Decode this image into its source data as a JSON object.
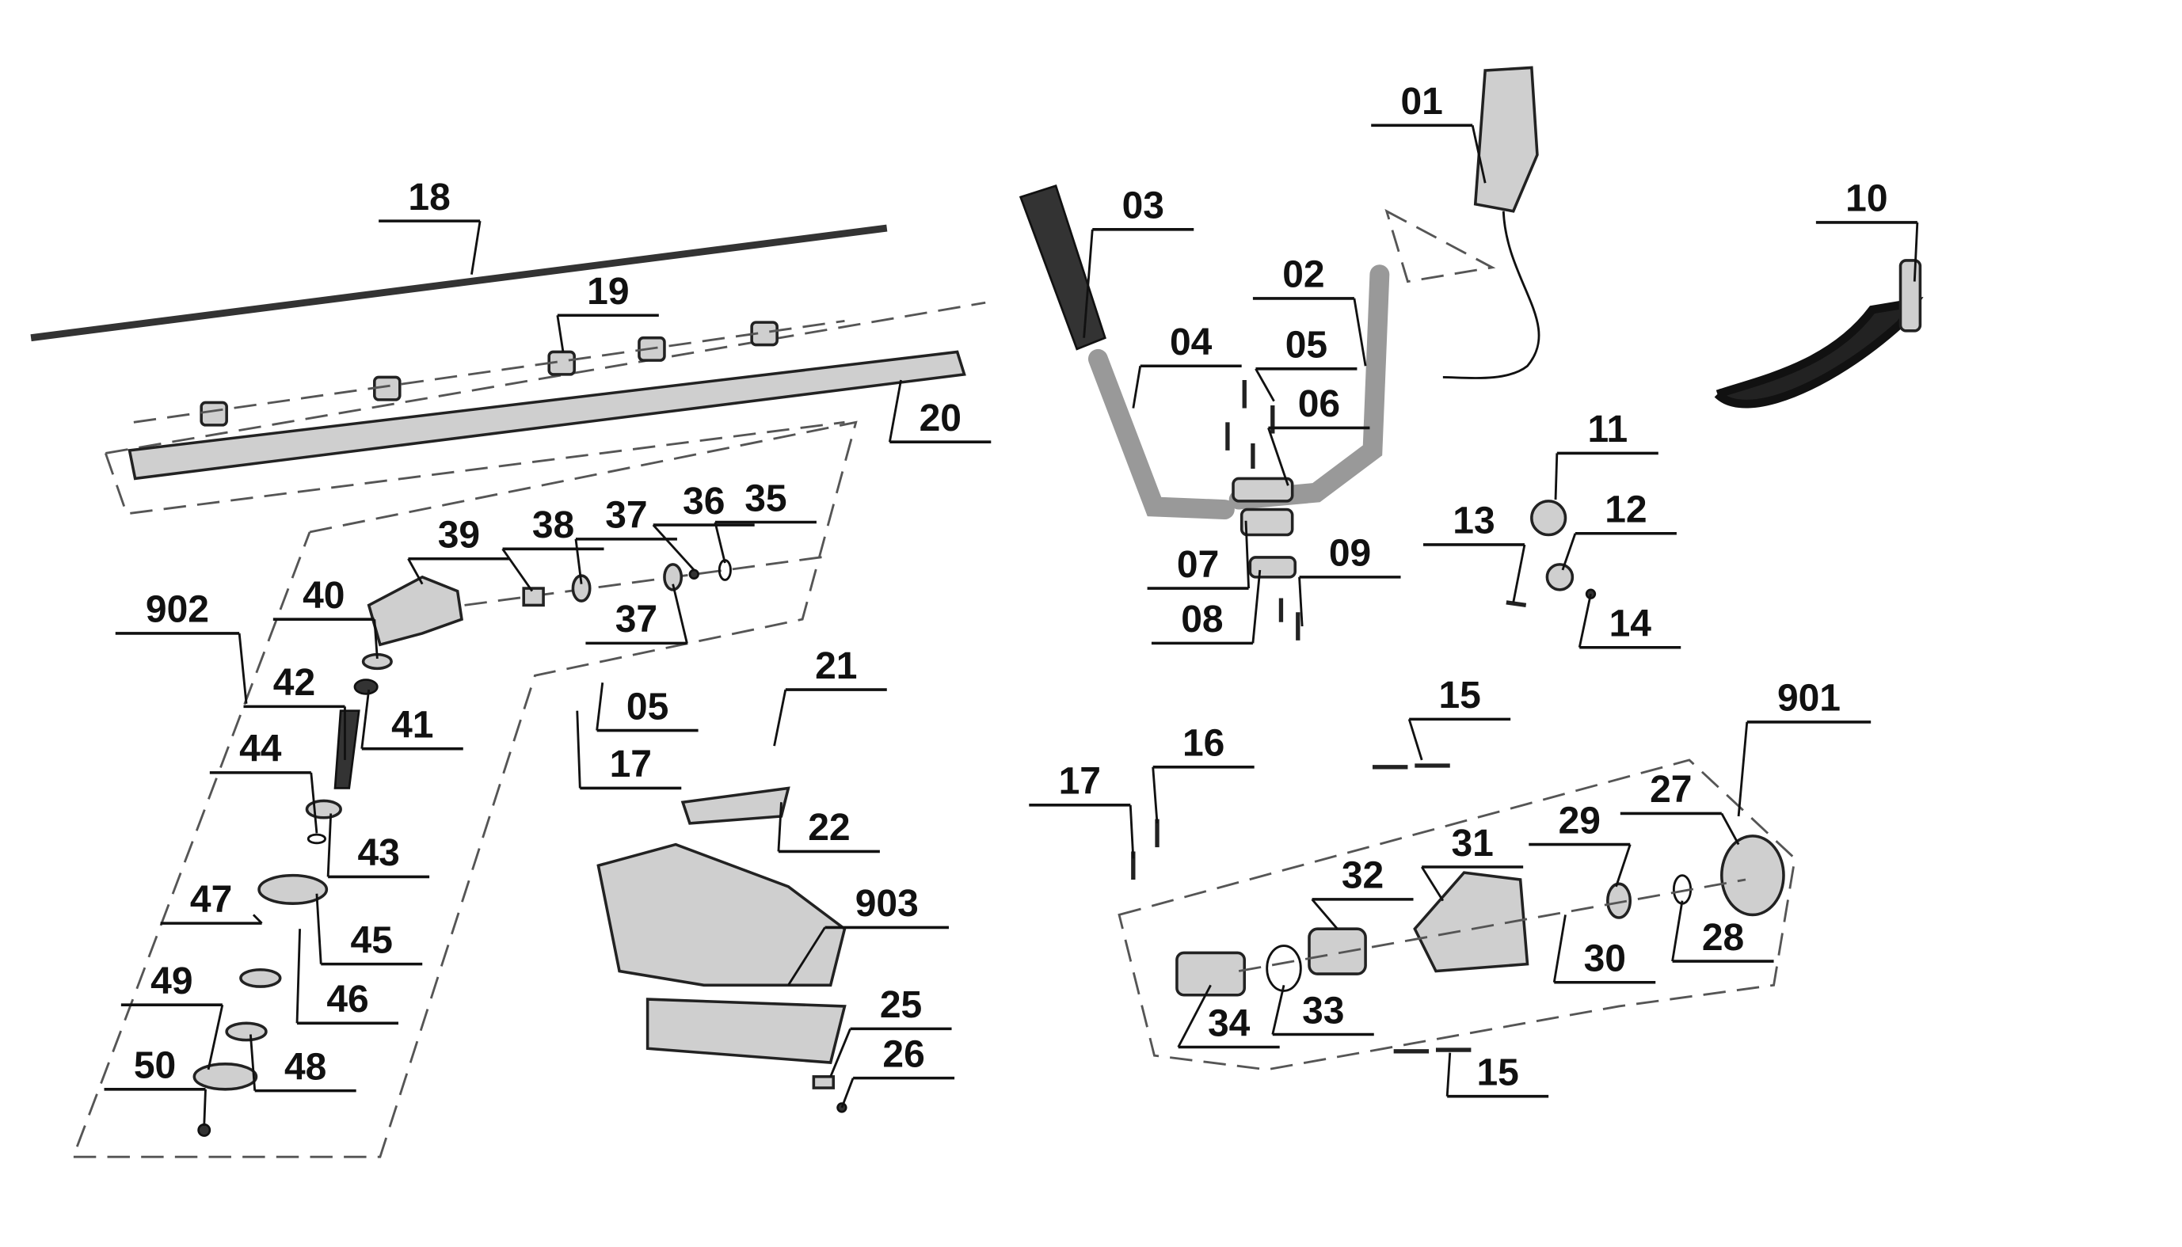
{
  "labels": [
    "18",
    "19",
    "20",
    "01",
    "03",
    "02",
    "04",
    "05",
    "06",
    "10",
    "11",
    "12",
    "13",
    "14",
    "07",
    "08",
    "09",
    "39",
    "38",
    "37",
    "36",
    "35",
    "37",
    "902",
    "40",
    "41",
    "42",
    "44",
    "43",
    "47",
    "45",
    "46",
    "49",
    "48",
    "50",
    "05",
    "17",
    "21",
    "22",
    "903",
    "25",
    "26",
    "15",
    "901",
    "17",
    "16",
    "32",
    "31",
    "29",
    "27",
    "33",
    "34",
    "30",
    "28",
    "15"
  ]
}
